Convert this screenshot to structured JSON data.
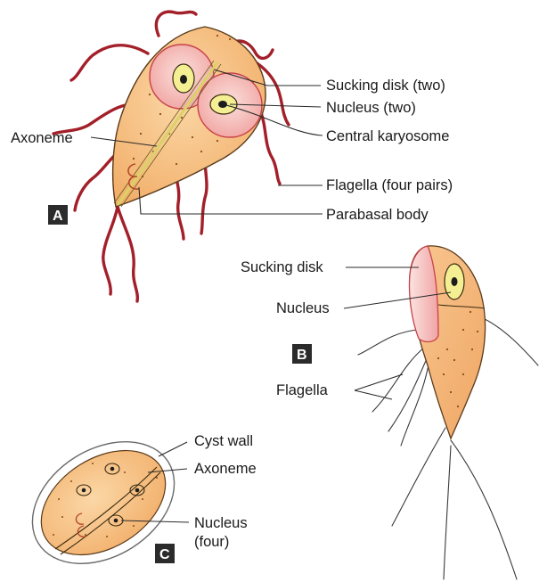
{
  "figure": {
    "panel_a": {
      "panel_label": "A",
      "labels": {
        "sucking_disk": "Sucking disk (two)",
        "nucleus": "Nucleus (two)",
        "central_karyosome": "Central karyosome",
        "flagella": "Flagella (four pairs)",
        "parabasal_body": "Parabasal body",
        "axoneme": "Axoneme"
      }
    },
    "panel_b": {
      "panel_label": "B",
      "labels": {
        "sucking_disk": "Sucking disk",
        "nucleus": "Nucleus",
        "flagella": "Flagella"
      }
    },
    "panel_c": {
      "panel_label": "C",
      "labels": {
        "cyst_wall": "Cyst wall",
        "axoneme": "Axoneme",
        "nucleus_line1": "Nucleus",
        "nucleus_line2": "(four)"
      }
    }
  },
  "colors": {
    "body_fill": "#f6c48a",
    "body_outline": "#5a3a1a",
    "disk_fill": "#f7c9c6",
    "disk_outline": "#c8424a",
    "nucleus_fill": "#f3ef92",
    "flagella_red": "#a3202a",
    "panel_label_bg": "#2b2b2b"
  },
  "icons": [
    "trophozoite-front-view",
    "trophozoite-side-view",
    "cyst"
  ]
}
